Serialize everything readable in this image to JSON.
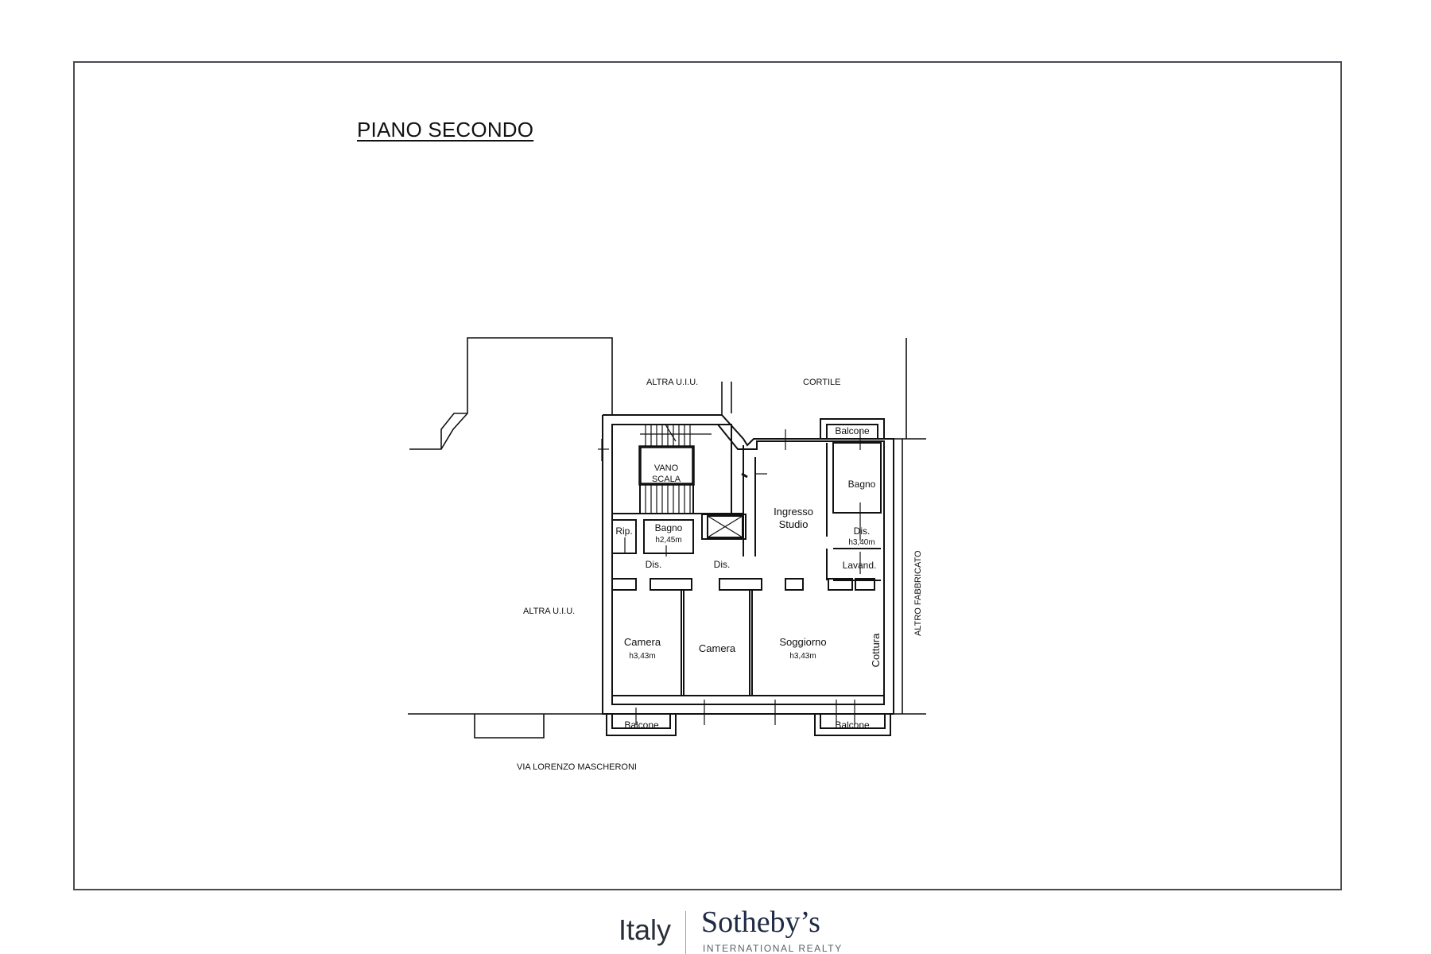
{
  "document": {
    "title": "PIANO SECONDO"
  },
  "surroundings": {
    "north_left": "ALTRA U.I.U.",
    "north_right": "CORTILE",
    "west": "ALTRA U.I.U.",
    "east": "ALTRO FABBRICATO",
    "street": "VIA LORENZO MASCHERONI"
  },
  "rooms": {
    "stairwell_line1": "VANO",
    "stairwell_line2": "SCALA",
    "rip": "Rip.",
    "bagno_small": "Bagno",
    "bagno_small_height": "h2,45m",
    "dis_left": "Dis.",
    "dis_center": "Dis.",
    "ingresso_line1": "Ingresso",
    "ingresso_line2": "Studio",
    "bagno_right": "Bagno",
    "dis_right": "Dis.",
    "dis_right_height": "h3,40m",
    "lavand": "Lavand.",
    "camera_1": "Camera",
    "camera_1_height": "h3,43m",
    "camera_2": "Camera",
    "soggiorno": "Soggiorno",
    "soggiorno_height": "h3,43m",
    "cottura": "Cottura",
    "balcone_top": "Balcone",
    "balcone_bottom_left": "Balcone",
    "balcone_bottom_right": "Balcone"
  },
  "footer": {
    "region": "Italy",
    "brand": "Sotheby’s",
    "tagline": "INTERNATIONAL REALTY"
  },
  "colors": {
    "line": "#111111",
    "frame": "#4a4a52",
    "brand": "#1f2a44"
  }
}
